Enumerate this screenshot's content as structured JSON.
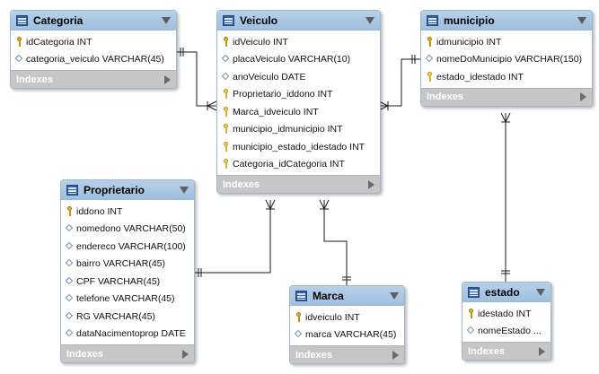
{
  "tables": [
    {
      "id": "categoria",
      "name": "Categoria",
      "indexes_label": "Indexes",
      "columns": [
        {
          "text": "idCategoria INT",
          "kind": "key"
        },
        {
          "text": "categoria_veiculo VARCHAR(45)",
          "kind": "attr"
        }
      ]
    },
    {
      "id": "veiculo",
      "name": "Veiculo",
      "indexes_label": "Indexes",
      "columns": [
        {
          "text": "idVeiculo INT",
          "kind": "key"
        },
        {
          "text": "placaVeiculo VARCHAR(10)",
          "kind": "attr"
        },
        {
          "text": "anoVeiculo DATE",
          "kind": "attr"
        },
        {
          "text": "Proprietario_iddono INT",
          "kind": "fk"
        },
        {
          "text": "Marca_idveiculo INT",
          "kind": "fk"
        },
        {
          "text": "municipio_idmunicipio INT",
          "kind": "fk"
        },
        {
          "text": "municipio_estado_idestado INT",
          "kind": "fk"
        },
        {
          "text": "Categoria_idCategoria INT",
          "kind": "fk"
        }
      ]
    },
    {
      "id": "municipio",
      "name": "municipio",
      "indexes_label": "Indexes",
      "columns": [
        {
          "text": "idmunicipio INT",
          "kind": "key"
        },
        {
          "text": "nomeDoMunicipio VARCHAR(150)",
          "kind": "attr"
        },
        {
          "text": "estado_idestado INT",
          "kind": "fk"
        }
      ]
    },
    {
      "id": "proprietario",
      "name": "Proprietario",
      "indexes_label": "Indexes",
      "columns": [
        {
          "text": "iddono INT",
          "kind": "key"
        },
        {
          "text": "nomedono VARCHAR(50)",
          "kind": "attr"
        },
        {
          "text": "endereco VARCHAR(100)",
          "kind": "attr"
        },
        {
          "text": "bairro VARCHAR(45)",
          "kind": "attr"
        },
        {
          "text": "CPF VARCHAR(45)",
          "kind": "attr"
        },
        {
          "text": "telefone VARCHAR(45)",
          "kind": "attr"
        },
        {
          "text": "RG VARCHAR(45)",
          "kind": "attr"
        },
        {
          "text": "dataNacimentoprop DATE",
          "kind": "attr"
        }
      ]
    },
    {
      "id": "marca",
      "name": "Marca",
      "indexes_label": "Indexes",
      "columns": [
        {
          "text": "idveiculo INT",
          "kind": "key"
        },
        {
          "text": "marca VARCHAR(45)",
          "kind": "attr"
        }
      ]
    },
    {
      "id": "estado",
      "name": "estado",
      "indexes_label": "Indexes",
      "columns": [
        {
          "text": "idestado INT",
          "kind": "key"
        },
        {
          "text": "nomeEstado ...",
          "kind": "attr"
        }
      ]
    }
  ],
  "relationships": [
    {
      "from": "categoria",
      "to": "veiculo"
    },
    {
      "from": "municipio",
      "to": "veiculo"
    },
    {
      "from": "proprietario",
      "to": "veiculo"
    },
    {
      "from": "marca",
      "to": "veiculo"
    },
    {
      "from": "estado",
      "to": "municipio"
    }
  ]
}
